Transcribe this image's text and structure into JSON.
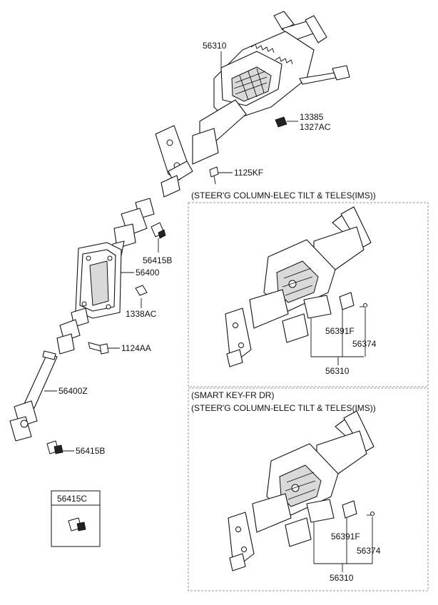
{
  "labels": {
    "l56310_main": "56310",
    "l13385": "13385",
    "l1327AC": "1327AC",
    "l1125KF": "1125KF",
    "l56415B_a": "56415B",
    "l56400": "56400",
    "l1338AC": "1338AC",
    "l1124AA": "1124AA",
    "l56400Z": "56400Z",
    "l56415B_b": "56415B",
    "l56415C": "56415C",
    "box1_56391F": "56391F",
    "box1_56374": "56374",
    "box1_56310": "56310",
    "box2_56391F": "56391F",
    "box2_56374": "56374",
    "box2_56310": "56310"
  },
  "captions": {
    "box1_line1": "(STEER'G COLUMN-ELEC TILT & TELES(IMS))",
    "box2_line1": "(SMART KEY-FR DR)",
    "box2_line2": "(STEER'G COLUMN-ELEC TILT & TELES(IMS))"
  }
}
